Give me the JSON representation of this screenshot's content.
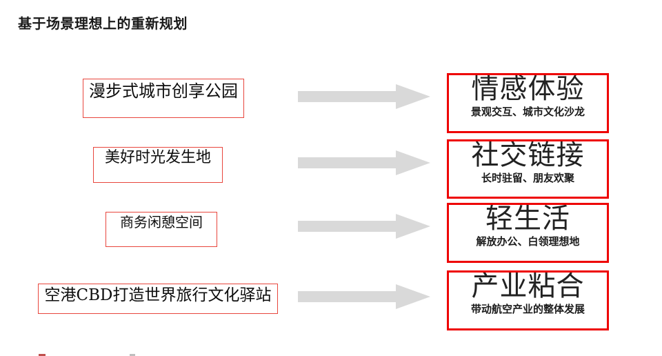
{
  "slide": {
    "title": "基于场景理想上的重新规划",
    "background_color": "#ffffff"
  },
  "colors": {
    "scenario_border": "#e8453c",
    "value_border": "#ee0000",
    "arrow_fill": "#d9d9d9",
    "title_text": "#1a1a1a",
    "value_title_text": "#222222"
  },
  "rows": [
    {
      "scenario": "漫步式城市创享公园",
      "arrow": "right-arrow",
      "value_title": "情感体验",
      "value_sub": "景观交互、城市文化沙龙"
    },
    {
      "scenario": "美好时光发生地",
      "arrow": "right-arrow",
      "value_title": "社交链接",
      "value_sub": "长时驻留、朋友欢聚"
    },
    {
      "scenario": "商务闲憩空间",
      "arrow": "right-arrow",
      "value_title": "轻生活",
      "value_sub": "解放办公、白领理想地"
    },
    {
      "scenario": "空港CBD打造世界旅行文化驿站",
      "arrow": "right-arrow",
      "value_title": "产业粘合",
      "value_sub": "带动航空产业的整体发展"
    }
  ]
}
